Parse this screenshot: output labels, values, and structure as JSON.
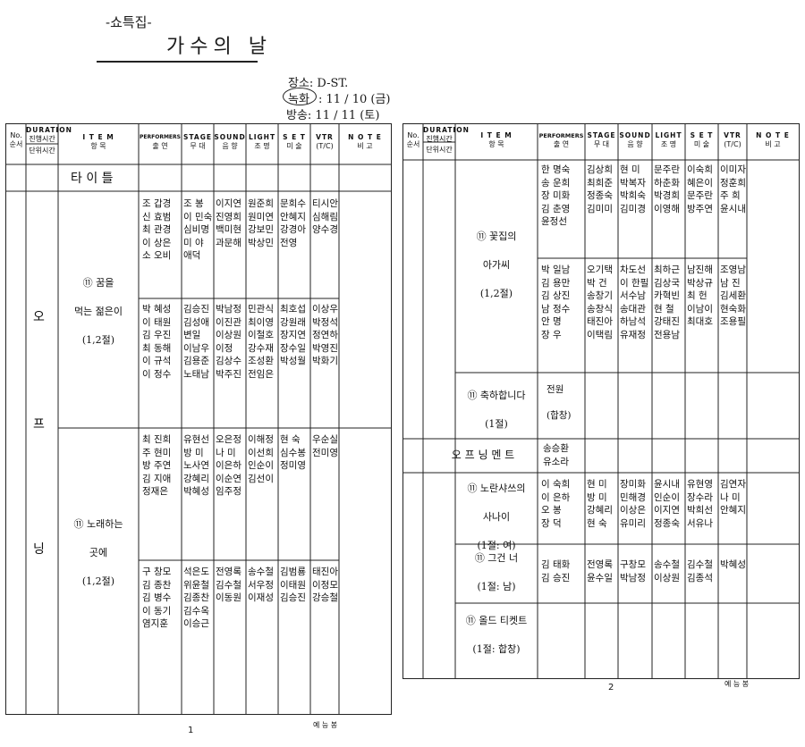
{
  "header": {
    "program": "-쇼특집-",
    "title": "가수의 날",
    "schedule": {
      "place": "장소: D-ST.",
      "record_label": "녹화",
      "record_date": ": 11 / 10 (금)",
      "air": "방송: 11 / 11 (토)"
    }
  },
  "columns": {
    "no": [
      "No.",
      "순서"
    ],
    "duration": [
      "DURATION",
      "진행시간",
      "단위시간"
    ],
    "item": [
      "I T E M",
      "항 목"
    ],
    "performers": [
      "PERFORMERS",
      "출 연"
    ],
    "stage": [
      "STAGE",
      "무 대"
    ],
    "sound": [
      "SOUND",
      "음 향"
    ],
    "light": [
      "LIGHT",
      "조 명"
    ],
    "set": [
      "S E T",
      "미 술"
    ],
    "vtr": [
      "VTR",
      "(T/C)"
    ],
    "note": [
      "N O T E",
      "비 고"
    ]
  },
  "page1": {
    "title_row": "타 이 틀",
    "section_letters": [
      "오",
      "프",
      "닝"
    ],
    "items": [
      {
        "label": "⑪ 꿈을\n\n먹는 젊은이\n\n(1,2절)",
        "rows": [
          {
            "performers": "조 갑경\n신 효범\n최 관경\n이 상은\n소 오비",
            "stage": "조 봉\n이 민숙\n심비명\n미 야\n애덕",
            "sound": "이지연\n진영희\n백미현\n과문해",
            "light": "원준희\n원미연\n강보민\n박상민",
            "set": "문희수\n안혜지\n강경아\n전영",
            "vtr": "티시안\n심해림\n양수경",
            "note": ""
          },
          {
            "performers": "박 혜성\n이 태원\n김 우진\n최 동해\n이 규석\n이 정수",
            "stage": "김승진\n김성애\n변일\n이남우\n김용준\n노태남",
            "sound": "박남정\n이진관\n이상원\n이정\n김상수\n박주진",
            "light": "민관식\n최이영\n이철호\n강수재\n조성환\n전임은",
            "set": "최호섭\n강원래\n장지연\n장수일\n박성월",
            "vtr": "이상우\n박정석\n정연하\n박영진\n박화기",
            "note": ""
          }
        ]
      },
      {
        "label": "⑪ 노래하는\n\n곳에\n\n(1,2절)",
        "rows": [
          {
            "performers": "최 진희\n주 현미\n방 주연\n김 지애\n정재은",
            "stage": "유현선\n방 미\n노사연\n강혜리\n박혜성",
            "sound": "오은정\n나 미\n이은하\n이순연\n임주정",
            "light": "이해정\n이선희\n인순이\n김선이",
            "set": "현 숙\n심수봉\n정미영",
            "vtr": "우순실\n전미영",
            "note": ""
          },
          {
            "performers": "구 창모\n김 종찬\n김 병수\n이 동기\n염지훈",
            "stage": "석은도\n위윤철\n김종찬\n김수옥\n이승근",
            "sound": "전영록\n김수철\n이동원",
            "light": "송수철\n서우정\n이재성",
            "set": "김범룡\n이태원\n김승진",
            "vtr": "태진아\n이정모\n강승철",
            "note": ""
          }
        ]
      }
    ],
    "footer_mark": "예 능 봉",
    "page_number": "1"
  },
  "page2": {
    "items": [
      {
        "label": "⑪ 꽃집의\n\n아가씨\n\n(1,2절)",
        "rows": [
          {
            "performers": "한 명숙\n송 운희\n장 미화\n김 춘영\n윤정선",
            "stage": "김상희\n최희준\n정종숙\n김미미",
            "sound": "현 미\n박복자\n박희숙\n김미경",
            "light": "문주란\n하춘화\n박경희\n이영해",
            "set": "이숙희\n혜은이\n문주란\n방주연",
            "vtr": "이미자\n정훈희\n주 희\n윤시내",
            "note": ""
          },
          {
            "performers": "박 일남\n김 용만\n김 상진\n남 정수\n안 명\n장 우",
            "stage": "오기택\n박 건\n송창기\n송창식\n태진아\n이택림",
            "sound": "차도선\n이 한필\n서수남\n송대관\n하남석\n유재정",
            "light": "최하근\n김상국\n카혁빈\n현 철\n강태진\n전용남",
            "set": "남진해\n박상규\n최 헌\n이남이\n최대호",
            "vtr": "조영남\n남 진\n김세환\n현숙화\n조용필",
            "note": ""
          }
        ]
      },
      {
        "label": "⑪ 축하합니다\n\n(1절)",
        "rows": [
          {
            "performers": "전원\n\n(합창)",
            "stage": "",
            "sound": "",
            "light": "",
            "set": "",
            "vtr": "",
            "note": ""
          }
        ]
      },
      {
        "label": "오 프 닝 멘 트",
        "rows": [
          {
            "performers": "송승환\n유소라",
            "stage": "",
            "sound": "",
            "light": "",
            "set": "",
            "vtr": "",
            "note": ""
          }
        ]
      },
      {
        "label": "⑪ 노란샤쓰의\n\n사나이\n\n(1절: 여)",
        "rows": [
          {
            "performers": "이 숙희\n이 은하\n오 봉\n장 덕",
            "stage": "현 미\n방 미\n강혜리\n현 숙",
            "sound": "장미화\n민해경\n이상은\n유미리",
            "light": "윤시내\n인순이\n이지연\n정종숙",
            "set": "유현영\n장수라\n박희선\n서유나",
            "vtr": "김연자\n나 미\n안혜지",
            "note": ""
          }
        ]
      },
      {
        "label": "⑪ 그건 너\n\n(1절: 남)",
        "rows": [
          {
            "performers": "김 태화\n김 승진",
            "stage": "전영록\n윤수일",
            "sound": "구창모\n박남정",
            "light": "송수철\n이상원",
            "set": "김수철\n김종석",
            "vtr": "박혜성",
            "note": ""
          }
        ]
      },
      {
        "label": "⑪ 올드 티켓트\n\n(1절: 합창)",
        "rows": [
          {
            "performers": "",
            "stage": "",
            "sound": "",
            "light": "",
            "set": "",
            "vtr": "",
            "note": ""
          }
        ]
      }
    ],
    "footer_mark": "예 능 봉",
    "page_number": "2"
  }
}
